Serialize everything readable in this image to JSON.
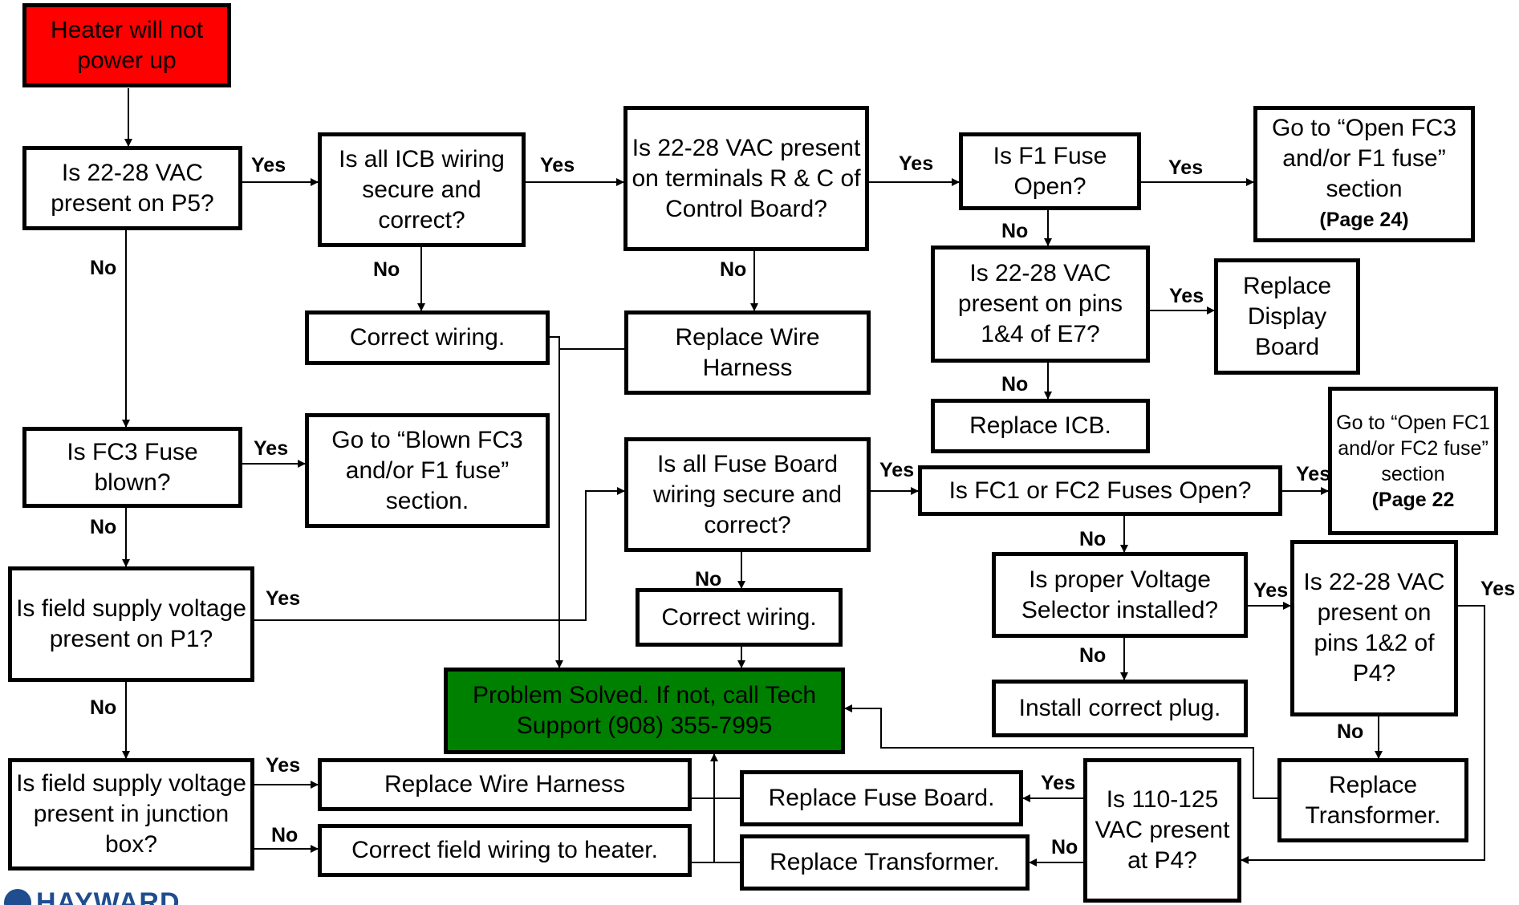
{
  "nodes": {
    "start": "Heater will not power up",
    "q_p5": "Is 22-28 VAC present on P5?",
    "q_icb": "Is all ICB wiring secure and correct?",
    "q_rc": "Is 22-28 VAC present on terminals R & C of Control Board?",
    "q_f1": "Is F1 Fuse Open?",
    "goto_fc3_f1_line1": "Go to “Open FC3 and/or F1 fuse” section",
    "goto_fc3_f1_page": "(Page 24)",
    "correct_wiring_1": "Correct wiring.",
    "replace_wire_harness_1": "Replace Wire Harness",
    "q_e7": "Is 22-28 VAC present on pins 1&4 of E7?",
    "replace_display": "Replace Display Board",
    "replace_icb": "Replace ICB.",
    "q_fc3": "Is FC3 Fuse blown?",
    "goto_blown_fc3": "Go to “Blown FC3 and/or F1 fuse” section.",
    "q_fuse_board_wiring": "Is all Fuse Board wiring secure and correct?",
    "q_fc1_fc2": "Is FC1 or FC2 Fuses Open?",
    "goto_fc1_fc2_line1": "Go to “Open FC1 and/or FC2 fuse” section",
    "goto_fc1_fc2_page": "(Page 22",
    "q_field_p1": "Is field supply voltage present on P1?",
    "correct_wiring_2": "Correct wiring.",
    "q_voltage_selector": "Is proper Voltage Selector installed?",
    "q_p4_pins": "Is 22-28 VAC present on pins 1&2 of P4?",
    "install_plug": "Install correct plug.",
    "problem_solved": "Problem Solved. If not, call Tech Support (908) 355-7995",
    "q_junction": "Is field supply voltage present in junction box?",
    "replace_wire_harness_2": "Replace Wire Harness",
    "correct_field_wiring": "Correct field wiring to heater.",
    "replace_fuse_board": "Replace Fuse Board.",
    "replace_transformer_1": "Replace Transformer.",
    "q_110": "Is 110-125 VAC present at P4?",
    "replace_transformer_2": "Replace Transformer."
  },
  "labels": {
    "yes": "Yes",
    "no": "No"
  },
  "logo": "HAYWARD",
  "colors": {
    "start_fill": "#ff0000",
    "solved_fill": "#008000",
    "border": "#000000"
  }
}
